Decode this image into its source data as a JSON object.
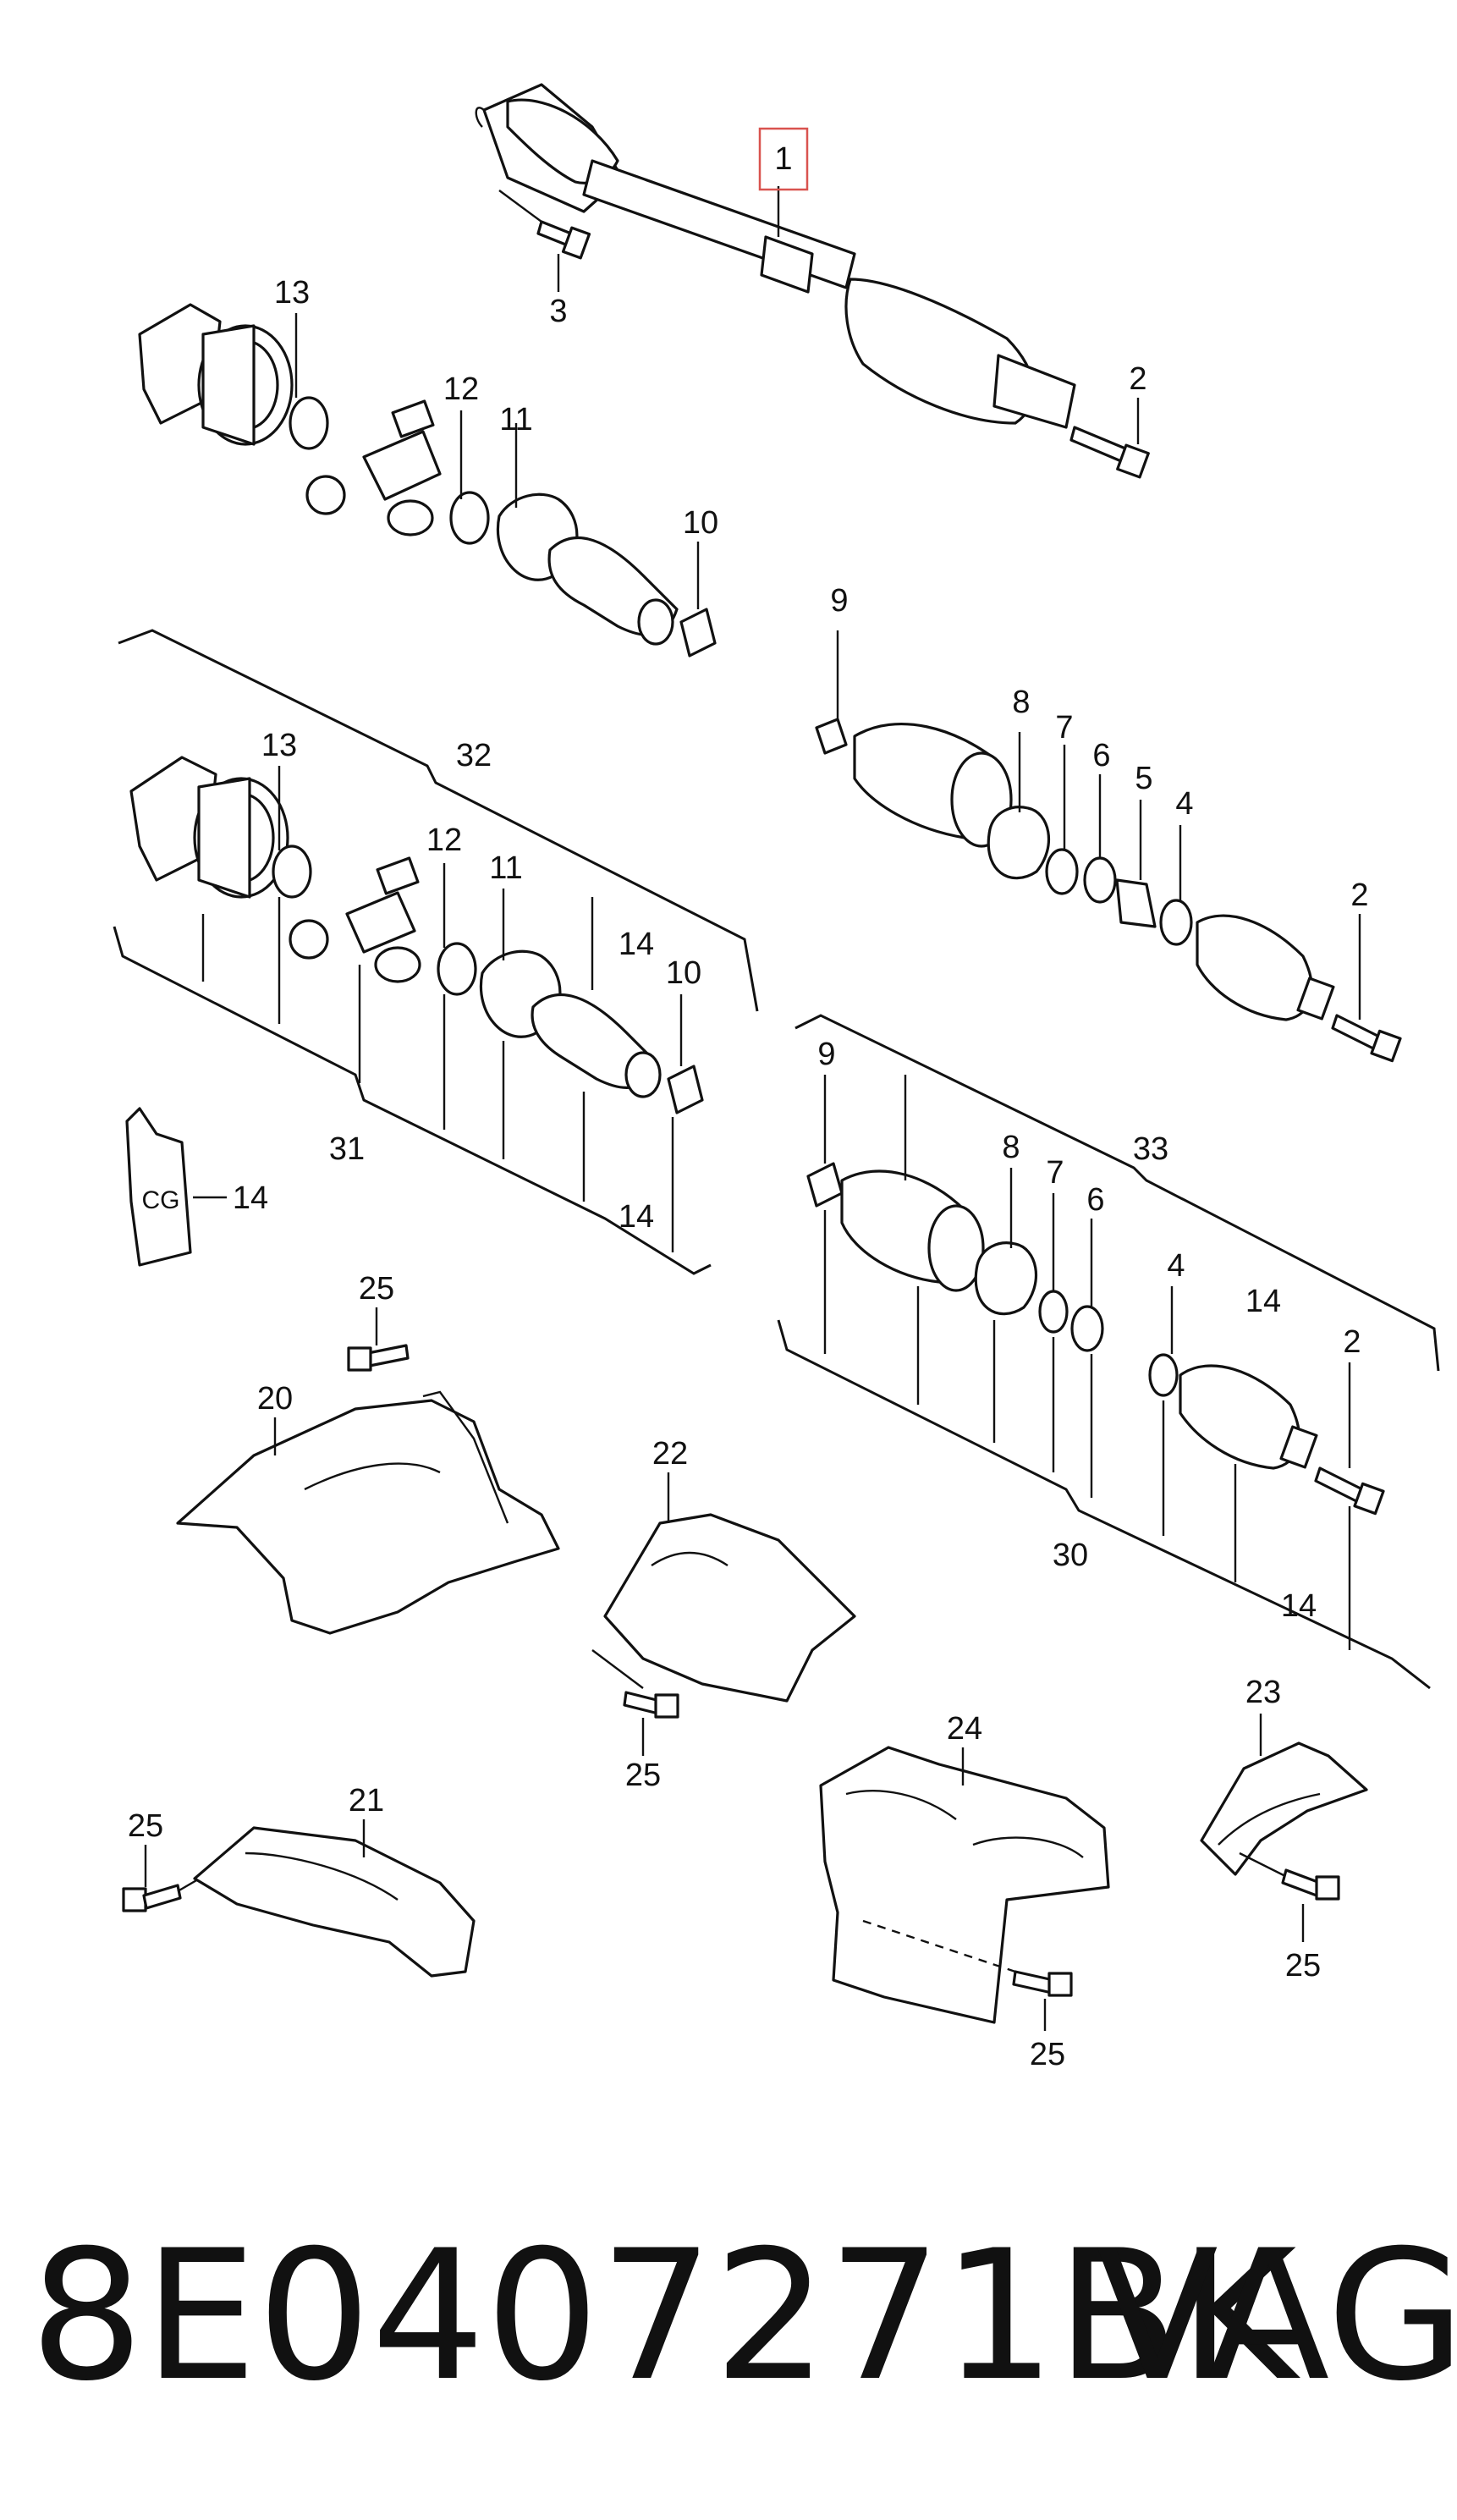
{
  "part_number": "8E0407271BK",
  "brand": "VAG",
  "tube_label": "CG",
  "callouts": {
    "c1": "1",
    "c2a": "2",
    "c3": "3",
    "c13a": "13",
    "c12a": "12",
    "c11a": "11",
    "c10a": "10",
    "c9a": "9",
    "c8a": "8",
    "c7a": "7",
    "c6a": "6",
    "c5": "5",
    "c4a": "4",
    "c2b": "2",
    "c32": "32",
    "c13b": "13",
    "c12b": "12",
    "c11b": "11",
    "c14a": "14",
    "c10b": "10",
    "c31": "31",
    "c14b": "14",
    "c14tube": "14",
    "c9b": "9",
    "c8b": "8",
    "c7b": "7",
    "c6b": "6",
    "c33": "33",
    "c4b": "4",
    "c14c": "14",
    "c2c": "2",
    "c30": "30",
    "c14d": "14",
    "c25a": "25",
    "c20": "20",
    "c22": "22",
    "c25b": "25",
    "c25c": "25",
    "c21": "21",
    "c24": "24",
    "c23": "23",
    "c25d": "25",
    "c25e": "25"
  }
}
